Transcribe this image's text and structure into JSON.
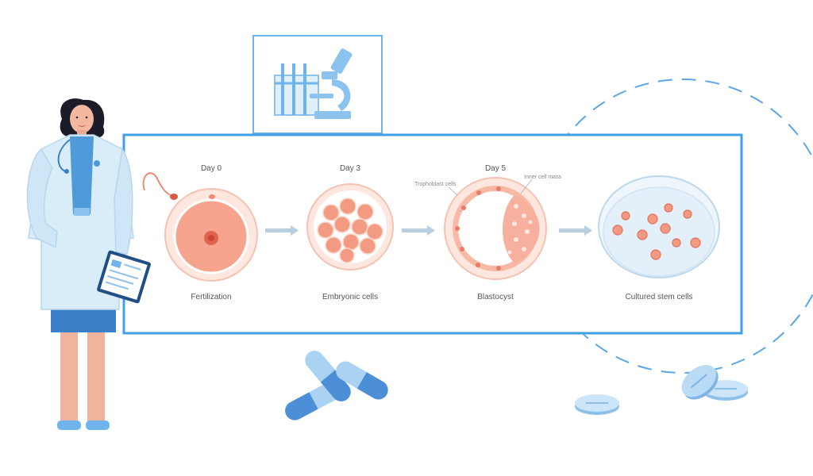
{
  "diagram": {
    "stages": [
      {
        "day_label": "Day 0",
        "caption": "Fertilization"
      },
      {
        "day_label": "Day 3",
        "caption": "Embryonic cells"
      },
      {
        "day_label": "Day 5",
        "caption": "Blastocyst"
      },
      {
        "day_label": "",
        "caption": "Cultured stem cells"
      }
    ],
    "callouts": {
      "left": "Trophoblast cells",
      "right": "Inner cell mass"
    }
  },
  "colors": {
    "accent_blue": "#4a9fe0",
    "light_blue": "#a9d2f3",
    "cell_pink": "#f3a18c",
    "cell_light": "#fde3d9",
    "coat_blue": "#d8ecf8",
    "skirt_blue": "#3b7fc9"
  },
  "icons": [
    "test-tubes-icon",
    "microscope-icon",
    "capsule-icon",
    "tablet-icon",
    "clipboard-icon"
  ]
}
